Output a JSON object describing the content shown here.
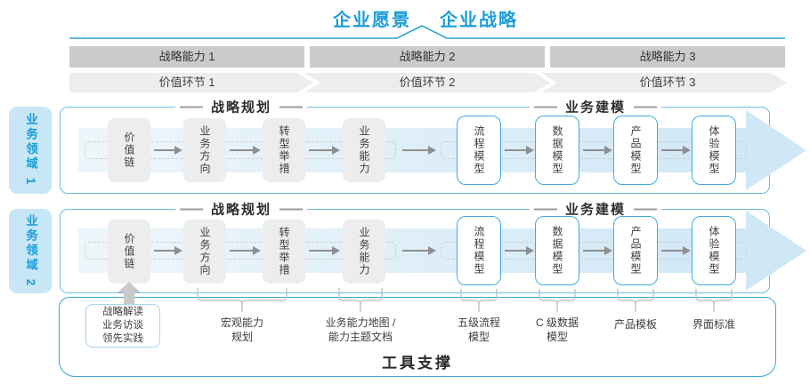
{
  "header": {
    "vision": "企业愿景",
    "strategy": "企业战略"
  },
  "strategic_capabilities": [
    "战略能力 1",
    "战略能力 2",
    "战略能力 3"
  ],
  "value_links": [
    "价值环节 1",
    "价值环节 2",
    "价值环节 3"
  ],
  "business_domains": [
    "业务领域 1",
    "业务领域 2"
  ],
  "sections": {
    "planning": "战略规划",
    "modeling": "业务建模"
  },
  "flow_boxes": {
    "gray": [
      "价值链",
      "业务方向",
      "转型举措",
      "业务能力"
    ],
    "blue": [
      "流程模型",
      "数据模型",
      "产品模型",
      "体验模型"
    ]
  },
  "annotations": {
    "input_box_lines": [
      "战略解读",
      "业务访谈",
      "领先实践"
    ],
    "notes": [
      {
        "line1": "宏观能力",
        "line2": "规划"
      },
      {
        "line1": "业务能力地图 /",
        "line2": "能力主题文档"
      },
      {
        "line1": "五级流程",
        "line2": "模型"
      },
      {
        "line1": "C 级数据",
        "line2": "模型"
      },
      {
        "line1": "产品模板",
        "line2": ""
      },
      {
        "line1": "界面标准",
        "line2": ""
      }
    ]
  },
  "tool_support": "工具支撑",
  "colors": {
    "accent_blue": "#1b9dd7",
    "panel_border": "#6fbde2",
    "container_border": "#3ba7d6",
    "bar_gray": "#cbcbcb",
    "band_gray": "#ededed",
    "arrow_fill": "#d7eaf7",
    "domain_fill": "#c7e6f6"
  }
}
